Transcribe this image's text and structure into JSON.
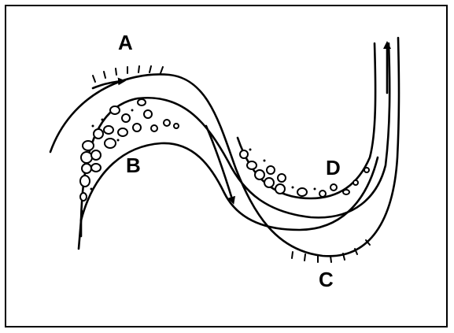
{
  "diagram": {
    "labels": {
      "a": "A",
      "b": "B",
      "c": "C",
      "d": "D"
    },
    "colors": {
      "line": "#000000",
      "background": "#ffffff"
    }
  }
}
